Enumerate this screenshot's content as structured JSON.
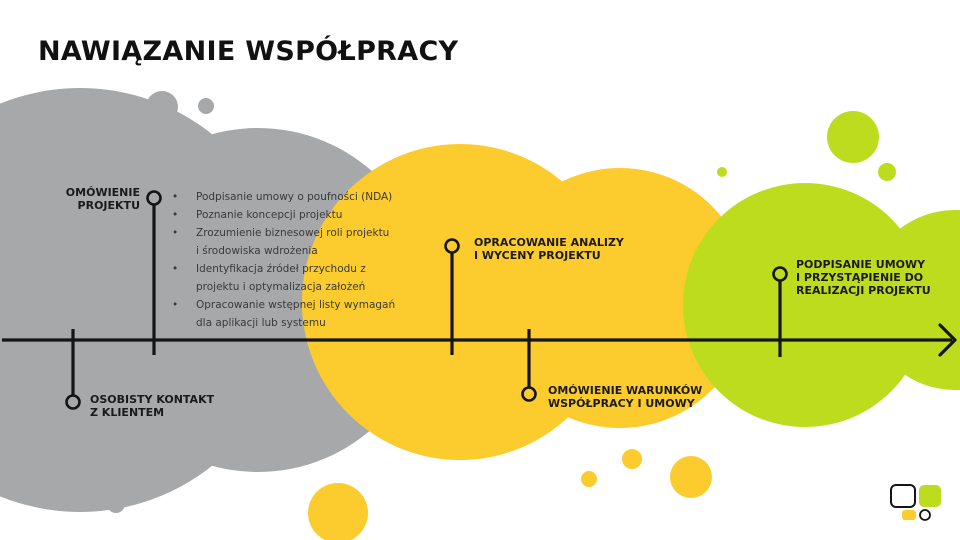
{
  "title": "NAWIĄZANIE WSPÓŁPRACY",
  "colors": {
    "gray": "#a7a8aa",
    "yellow": "#fccb2e",
    "green": "#bddc1e",
    "line": "#151515"
  },
  "steps": {
    "omowienie_projektu": [
      "OMÓWIENIE",
      "PROJEKTU"
    ],
    "osobisty_kontakt": [
      "OSOBISTY KONTAKT",
      "Z KLIENTEM"
    ],
    "analiza": [
      "OPRACOWANIE ANALIZY",
      "I WYCENY PROJEKTU"
    ],
    "warunki": [
      "OMÓWIENIE WARUNKÓW",
      "WSPÓŁPRACY I UMOWY"
    ],
    "umowa": [
      "PODPISANIE UMOWY",
      "I PRZYSTĄPIENIE DO",
      "REALIZACJI PROJEKTU"
    ]
  },
  "bullets": [
    [
      "Podpisanie umowy o poufności (NDA)"
    ],
    [
      "Poznanie koncepcji projektu"
    ],
    [
      "Zrozumienie biznesowej roli projektu",
      "i środowiska wdrożenia"
    ],
    [
      "Identyfikacja źródeł przychodu z",
      "projektu i optymalizacja założeń"
    ],
    [
      "Opracowanie wstępnej listy wymagań",
      "dla aplikacji lub systemu"
    ]
  ],
  "logo": {
    "icon": "logo-icon"
  }
}
